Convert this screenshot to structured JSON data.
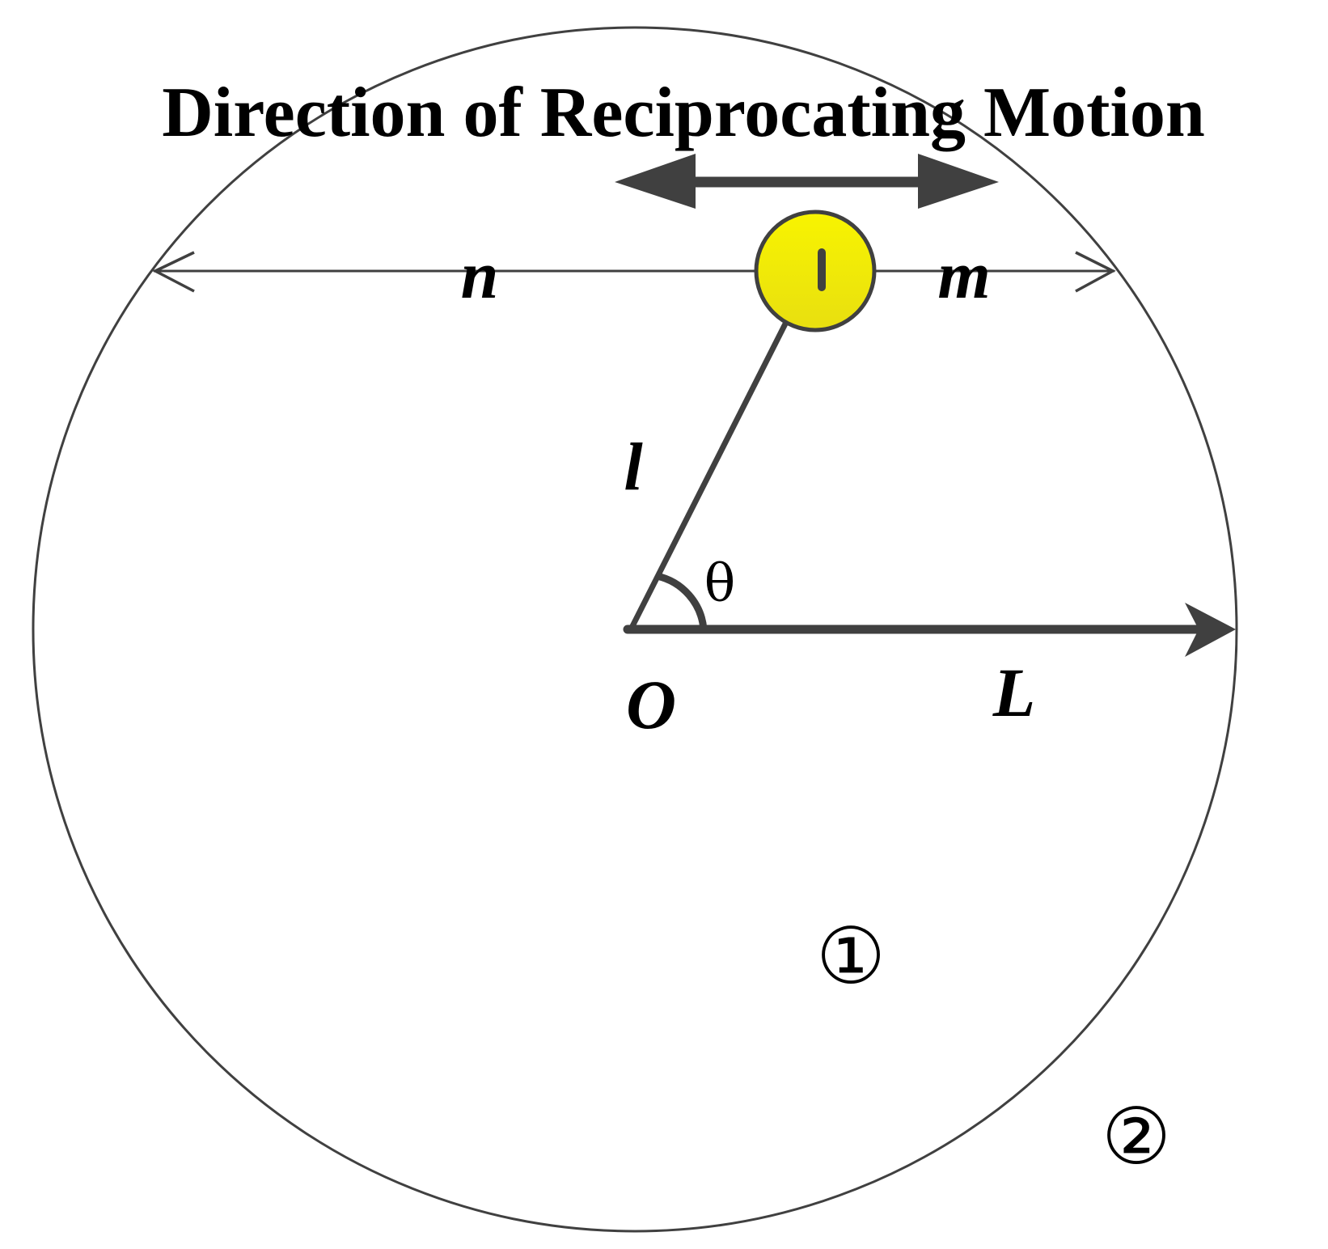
{
  "title": "Direction of Reciprocating Motion",
  "labels": {
    "n": "n",
    "m": "m",
    "l": "l",
    "theta": "θ",
    "O": "O",
    "L": "L",
    "region_1": "①",
    "region_2": "②"
  },
  "colors": {
    "stroke": "#404040",
    "slider_fill": "#f5ef18",
    "text": "#000000",
    "background": "#ffffff"
  }
}
